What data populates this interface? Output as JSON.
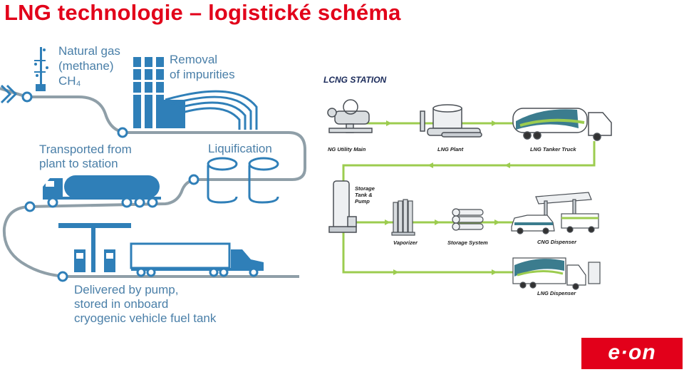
{
  "title": "LNG technologie – logistické schéma",
  "left_diagram": {
    "natural_gas": [
      "Natural gas",
      "(methane)",
      "CH₄"
    ],
    "removal": [
      "Removal",
      "of impurities"
    ],
    "transported": [
      "Transported from",
      "plant to station"
    ],
    "liquification": "Liquification",
    "delivered": [
      "Delivered by pump,",
      "stored in onboard",
      "cryogenic vehicle fuel tank"
    ]
  },
  "right_diagram": {
    "station_title": "LCNG STATION",
    "ng_utility_main": "NG Utility Main",
    "lng_plant": "LNG Plant",
    "lng_tanker_truck": "LNG Tanker Truck",
    "storage": [
      "Storage",
      "Tank &",
      "Pump"
    ],
    "vaporizer": "Vaporizer",
    "storage_system": "Storage System",
    "cng_dispenser": "CNG Dispenser",
    "lng_dispenser": "LNG Dispenser"
  },
  "logo_text": "e·on",
  "colors": {
    "title": "#e2001a",
    "left_blue": "#2f7fb8",
    "path_gray": "#8f9fa8",
    "flow_green": "#9ccc4f",
    "logo": "#e2001a"
  }
}
